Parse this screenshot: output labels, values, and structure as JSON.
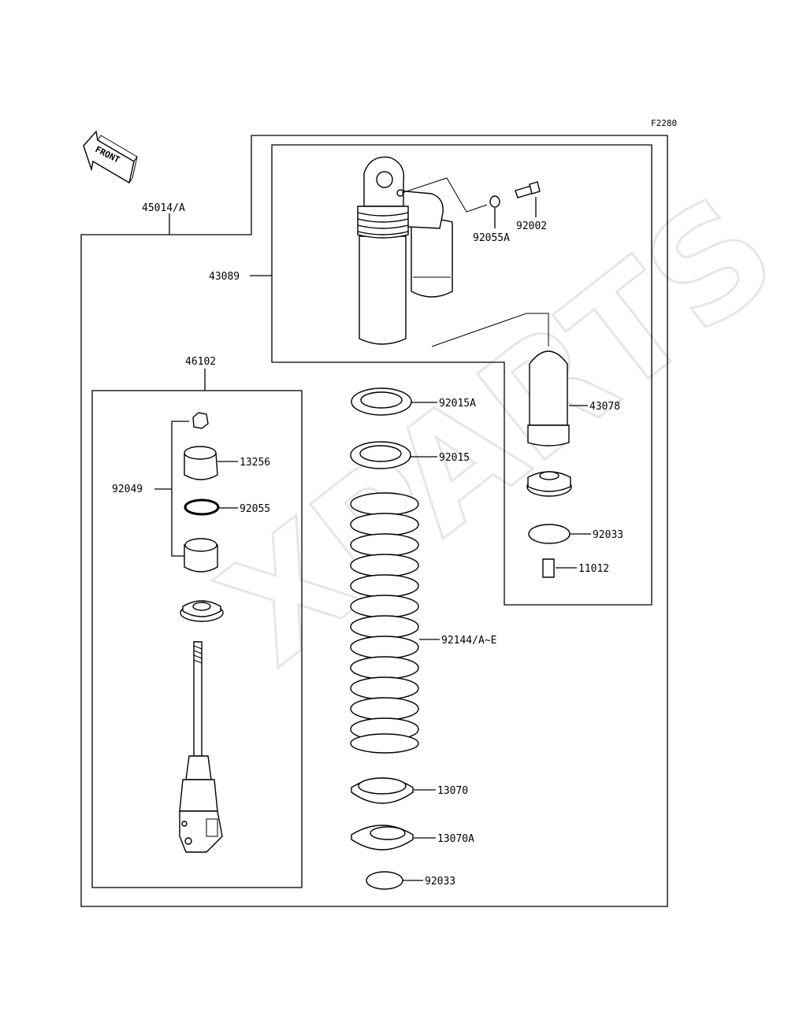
{
  "figure_code": "F2280",
  "watermark": "XPARTS",
  "front_label": "FRONT",
  "labels": {
    "assembly": "45014/A",
    "shock_body": "43089",
    "bolt": "92002",
    "oring_top": "92055A",
    "rod_assembly": "46102",
    "bushing_set": "92049",
    "bushing_upper": "13256",
    "oring_mid": "92055",
    "nut_upper": "92015A",
    "nut_lower": "92015",
    "reservoir_cap": "43078",
    "circlip_right": "92033",
    "valve": "11012",
    "spring": "92144/A~E",
    "spring_seat": "13070",
    "spring_seat_lower": "13070A",
    "circlip_bottom": "92033"
  },
  "colors": {
    "line": "#000000",
    "watermark": "#e6e6e6"
  }
}
